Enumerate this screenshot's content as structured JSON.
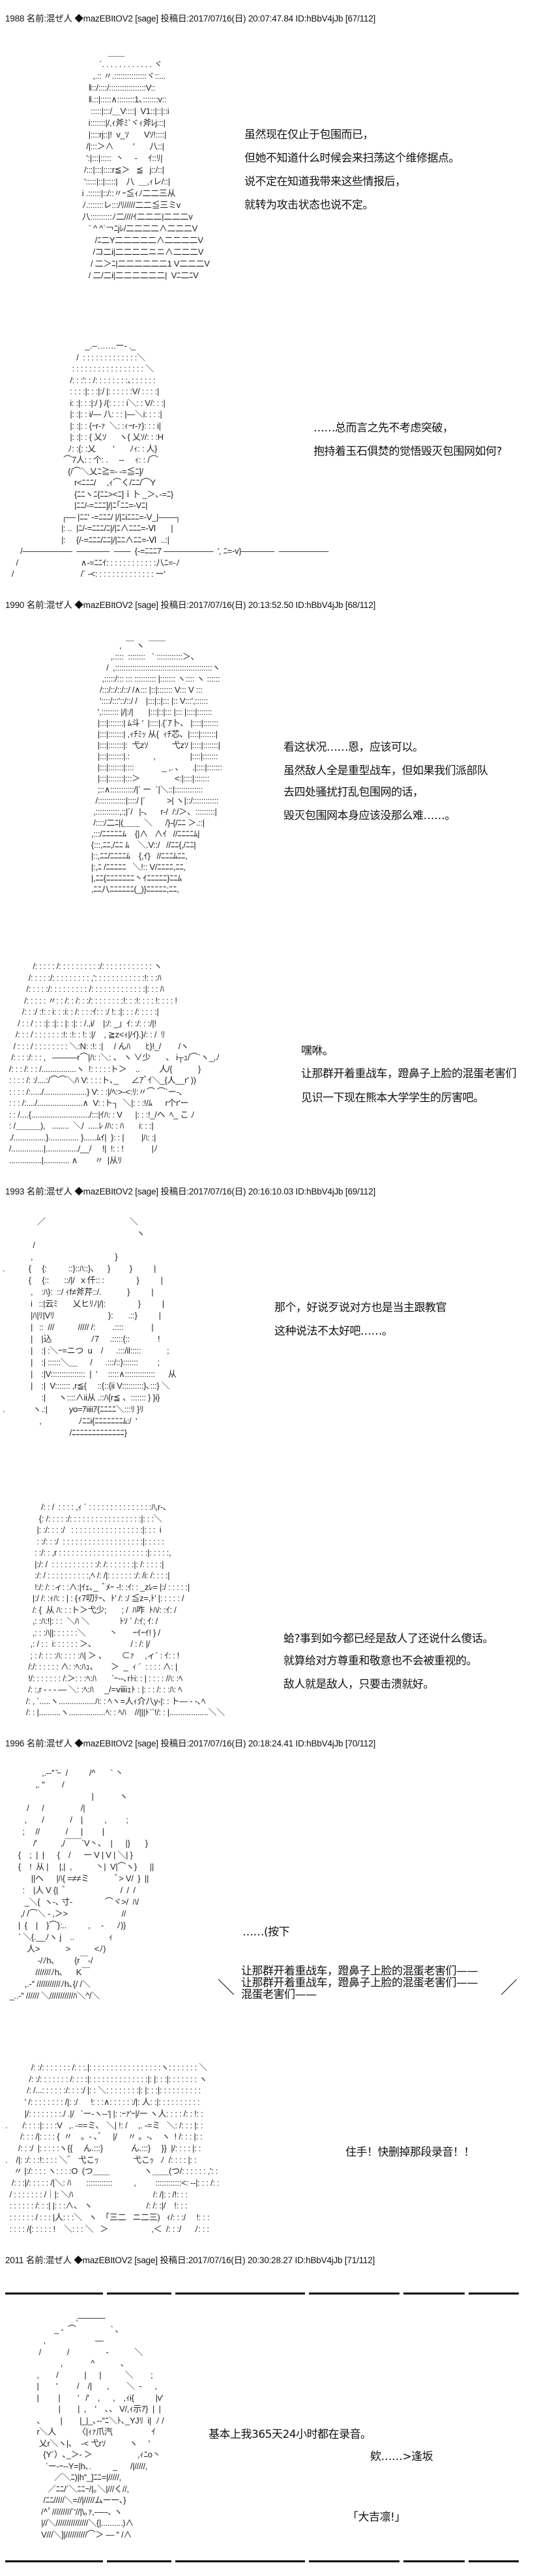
{
  "posts": [
    {
      "header": "1988 名前:混ぜ人 ◆mazEBItOV2 [sage] 投稿日:2017/07/16(日) 20:07:47.84 ID:hBbV4jJb [67/112]"
    },
    {
      "header": "1990 名前:混ぜ人 ◆mazEBItOV2 [sage] 投稿日:2017/07/16(日) 20:13:52.50 ID:hBbV4jJb [68/112]"
    },
    {
      "header": "1993 名前:混ぜ人 ◆mazEBItOV2 [sage] 投稿日:2017/07/16(日) 20:16:10.03 ID:hBbV4jJb [69/112]"
    },
    {
      "header": "1996 名前:混ぜ人 ◆mazEBItOV2 [sage] 投稿日:2017/07/16(日) 20:18:24.41 ID:hBbV4jJb [70/112]"
    },
    {
      "header": "2011 名前:混ぜ人 ◆mazEBItOV2 [sage] 投稿日:2017/07/16(日) 20:30:28.27 ID:hBbV4jJb [71/112]"
    }
  ],
  "panels": [
    {
      "lines": [
        "虽然现在仅止于包围而已，",
        "但她不知道什么时候会来扫荡这个维修据点。",
        "说不定在知道我带来这些情报后，",
        "就转为攻击状态也说不定。"
      ]
    },
    {
      "lines": [
        "……总而言之先不考虑突破，",
        "抱持着玉石俱焚的觉悟毁灭包围网如何?"
      ]
    },
    {
      "lines": [
        "看这状况……恩，应该可以。",
        "虽然敌人全是重型战车，但如果我们派部队",
        "去四处骚扰打乱包围网的话，",
        "毁灭包围网本身应该没那么难……。"
      ]
    },
    {
      "lines": [
        "嘿咻。",
        "让那群开着重战车，蹬鼻子上脸的混蛋老害们",
        "见识一下现在熊本大学学生的厉害吧。"
      ]
    },
    {
      "lines": [
        "那个，好说歹说对方也是当主跟教官",
        "这种说法不太好吧……。"
      ]
    },
    {
      "lines": [
        "蛤?事到如今都已经是敌人了还说什么傻话。",
        "就算给对方尊重和敬意也不会被重视的。",
        "敌人就是敌人，只要击溃就好。"
      ]
    },
    {
      "lines": [
        "……(按下",
        "让那群开着重战车，蹬鼻子上脸的混蛋老害们——",
        "让那群开着重战车，蹬鼻子上脸的混蛋老害们——",
        "混蛋老害们——"
      ]
    },
    {
      "lines": [
        "住手！快删掉那段录音！！"
      ]
    },
    {
      "lines": [
        "基本上我365天24小时都在录音。",
        "欸……>逢坂",
        "「大吉凛!」"
      ]
    }
  ],
  "ascii_art": [
    "                     ＿＿\n                 ´. . . . . . . . . . . . ヾ\n              ,.:: 〃.:::::::::::::::ヾ::...\n            ‖::/::::/:::::::::::::::::V::\n            ‖.::|:::::∧::::::::1､:::::::v::\n             :::::|:::/＿V::::|  V1::|::|::i\n            i:::::::|/,ｨ斧ﾐ`ヾｨ斧ﾚj:::|\n            |::::rj::|!  v_ｿ       Vｿ!::::|\n           /|:::＞∧         ′       八::|\n           ':|:::|:::::  丶     -     ｲ::ﾘ|\n          /:::|:::|::::r≦＞   ≦   j::/::|\n          ':::::|::|:::::|    八  ＿,ｨレ/::|\n         i .::::::|::/::〃ｰ≦ｨﾉ二二三从\n         ﾉ.:::::::レ:::/ﾘ/////二二≦三ミv\n         八::::::::::ﾉ二////ｲ二二二|二二二v\n            ` ^ ^`￢ﾆjﾚ/二二二二∧二二二V\n               /ﾆ二Y二二二二二∧二二二二V\n              /コ二i|二二二二ニニ∧二二二V\n             / 二＞ﾆ|二二二二二二1 V二二二V\n            / 二/二i|二二二二二二|  Vﾆ二ﾆV",
    "                                     _.-‐…….ー- ._\n                                 /  : : : : : : : : : : : : :＼\n                               : : : : : : : : : : : : : : : : : ＼\n                              /: : :': : /: : : : : : : :､: : : : : :\n                              : : : :|: : :|:/ |: : : : : :V/ : : : :|\n                              i: :|: : :|:/ } /{: : : : i＼: : V/: : :|\n                              |: :|: : i/― 八: : : |―＼i: : : :|\n                              |: :|: : {ｰr‐ｧ  ＼: :ｨｰr‐ｧ}: : : i|\n                              |: :|: : { 乂ｿ      ヽ{ 乂ｿ/: : :H\n                             ﾉ: :{: :乂        ′       ﾉｨ: : 人}\n                           ⌒7人: : 个: .     --     ｨ: : /⌒\n                             {/⌒＼乂ﾆ≧=- -=≦ﾆ]/\n                                r<ﾆﾆﾆ/     ,ｨ⌒く/ﾆﾆ/⌒Y\n                                {ﾆﾆヽﾆ{ﾆﾆ><ﾆ]ｉ卜 _＞､-=ﾆ}\n                                |ﾆﾆ/-=ﾆﾆﾆ]/|ﾆ｢ﾆﾆ=-Vﾆ|\n                          ┌― |ﾆﾆ' -=ﾆﾆﾆ/ |/|ﾆiﾆﾆﾆ=-V_|――┐\n                          |: ..  |ﾆ/-=ﾆﾆﾆ/ﾆ|/|ﾆ∧ﾆﾆﾆ=-Ⅵ       |\n                          |:     {/-=ﾆﾆﾆ/ﾆﾆ|/|ﾆﾆ∧ﾆﾆ=-Ⅵ  ..:|\n       /――――――  ――――  ――  {-=ﾆﾆﾆ7 ――――――  ′, ﾆ=-v}――――  ――――――\n     /                             ∧-=ﾆﾆｲ: : : : : : : : : : : :八ﾆ=-ﾉ\n   /                               /´ ‐<: : : : : : : : : : : : : : ー′",
    "                ,  ￣ ヽ  ￣￣\n            ,.::::  ::::::::   ` ::::::::::::＞、\n          /  ,:::::::::::::::::::::::::::::::::::::::::::::ヽ\n        ,:::::/::: ::: :::::::::: |::::::: ヽ:::: ヽ ::::::\n       /:::/::/::/::/ /∧::: |::|::::::: V::: V :::\n       '::::/:::'::/::/ /    |:::|::|::: |:: V:::',::::::\n      ',:::::::: |/|:/|       |:::|::|::: |::: |::::|:::::::\n      |:::|:::::::| ﾑ斗 ′  |::::|.{´ｱ卜、 |::::|:::::::\n      |:::|:::::::| ,ｨﾁﾐｯ 从{  ｨﾁ芯、|::::|:::::::|\n      |:::|:::::::|:  弋zｿ           弋zｿ |::::|:::::::|\n      |:::|:::::::|.:           ,                |::::|:::::::\n      |:::|:::::::|::::             _ ,. ､      .|::::|:::::::\n      |:::|:::::::|:::＞                <:|::::|:::::::\n      ;::∧:::::::::::/|` ー  ´|＼::|:::::::::::::\n     /:::::::::::::|::::/ |´          >| ヽ|::/::::::::::::\n    ,:::::::::::,:;|´/   |-、    r-/  /:/＞、:::::::::|\n    /::::/二ﾆ|(＿＿  ＼      /}-{/ﾆﾆ ＞.::|\n   ,:::/ﾆﾆﾆﾆﾆﾑ    {|∧   ∧ｲ   //ﾆﾆﾆﾆﾑ|\n   {:::,ﾆﾆ,/ﾆﾆ ﾑ    ＼.V::/   //ﾆﾆ{,/ﾆﾆ|\n   |::,ﾆﾆ/ﾆﾆﾆﾆﾑ    {,ｲ}   //ﾆﾆﾆﾑﾆﾆ,\n   |:,ﾆ /ﾆﾆﾆﾆﾆ   ＼!:: V/ﾆﾆﾆﾆ,ﾆﾆ,\n   |,ﾆﾆ{ﾆﾆﾆﾆﾆﾆﾆ丶ｲﾆﾆﾆﾆﾆ}ﾆﾆﾑ\n   ,ﾆﾆ八ﾆﾆﾆﾆﾆﾆ(_)}ﾆﾆﾆﾆﾆ;ﾆﾆ,",
    "              /: : : : : /: : : : : : : : : :/: : : : : : : : : : : : ヽ\n            /: : : : :/: : : : : : : : : ,': : : : : : : : : : : :!: : :ﾊ\n           /: : : : :/: : : : : : : : : /: : : : : : : : : : : : :|: : : ﾊ\n          /: : : : : 〃: : /: : /: : :/: : : : : : : :!: : :!: : : : !: : : : !\n         /: : :/ :!: : i: : :i: : /: : : :ｲ: : :/ !: :|: : : /: : : : :|\n       / : : / : : :|: :|: : |: :|: : /.,i/    |:/: _」ｲ: :/: : :/|!\n      /: : : / : : : : : : :!: :!: : !: :|/    , ≧z<ｨ|/ｲ}.}/: : /  ﾘ\n     / : : : / : : : : : : : : ＼:N: :!: :|     / んﾊ       ﾋ}!_/        /ヽ\n    /: : : :/: : : ,   ―――r⌒|ﾊ: :＼: 、 ヽ ∨少       、 i┬ｭ/⌒`ヽ_,ﾉ\n   /: : : /: : : /................ヽ  !: : : : :ト＞    ..         人/{            }\n   : : : : /: :/....:/⌒⌒＼ﾊ V: : : :ト､_      ∠ｱﾞｲ＼_{人__r' ))\n   : : : : /:...../....................} V: : :|/ﾍ:>‐<:ﾘ:〃⌒ ⌒`ー-､\n   : : : /:..../.....................∧  V: :ト┐  ＼|: : :!/ﾑ      r个r'ー\n   : : /....{.........................../:::|ｲﾊ: : V      |: : :!_/ヘ  ﾍ_ こ ﾉ\n   : /＿＿＿),   ........  ＼/  .....ﾚ /ﾊ: : ﾊ       i: : :|\n   ./...............}.............. }......ﾑｲ|  }: : |        |ﾊ: :|\n   /...............|.............../__/     !|  !: : !             |ﾉ\n   ...............|............ ∧        〃  |从ﾘ",
    "                ／                                       ＼\n                                                              ヽ\n              /\n             ,                                      }\n.           {     {:          ::}::ﾊ::}､      }         }          |\n            {     {::       ::/|/  ｘ仟:: :               }          |\n             ,    :ﾊ}:  ::/ ｨf≠斧芹::/.            }          |\n             i   ::|云ﾐ       乂ヒﾘﾉ|/|:               }          |\n             |ﾊ|ﾘ|Vﾘ                         }:       .::}          |\n             |   ::  ///           ///// /:        .::::             |\n             |    |込                  ﾉ7     .:::::{::             !\n             |    :| :＼ｰ=ニつ  u    /      .:::/il:::::            ;\n             |    :| ::::::＼＿      /      .:::/::}:::::::         ;\n             |    :|V::::::::::::::::  |  '     :::::∧::::::::::::::      从\n             |    :|  V::::::: ,r≦{     ::{::{ii V::::::::::}､:::} ＼\n                  :|      ヽ::::∧ii从 .::ﾊ{r≦ 、::::::: } }i}\n.             ヽ.:|          yo=ｱiiiiｱ{ﾆﾆﾆﾆ＼:::ﾘ }ﾘ\n                 ,                 ﾉﾆﾆi{ﾆﾆﾆﾆﾆﾆﾆﾑ:/  '\n                               /ﾆﾆﾆﾆﾆﾆﾆﾆﾆﾆﾆﾆﾆ}",
    "          /: : /  : : : : ,ｨ ´ : : : : : : : : : : : : : : :ﾊ,r‐､\n         {: /: : : : :/: : : : : : : : : : : : : : : : :|: : :＼\n        |: :/: : : :/   : : : : : : : : : : : : : : : : :|: : :  i\n        : :/: : :/  : : : : : : : : : : : : : : : : : : :|: : : : :\n       : :/: : ,r : : : : : : : : : : : : : : : : : : : : :|: : : : :,\n       |:/: /  : : : : : : : : : : :/: /: : : : : : :|: /: : : : :|\n       :/: / : : : : : : : : : :,ﾍ /: /|: : : : : : :/: /i: /: : : :|\n       !:/: /: :ィ: :∧:|ｲｪ､_  ﾞﾒｰ -!: :ｲ: : _zﾚ= |:/ : : : : :|\n      |:/ /: :ｨﾊ: : | : {ｨ7叨ﾃｰ､  ﾄ' /: :/ ≦z=,ﾄ' |: : : : : /\n      /: {  从 ﾊ: : :ト＞弋少;       ; /  ﾊ咋  ﾄﾊ/: :ｲ: /\n      ,: :ﾊ:!|: : :  ＼ﾊ ＼              ﾄｿ ´ /:ｲ; ｲ: /\n      ,: : :ﾊ||: : : : : :＼           丶       ｰｲｰｲ! } /\n     ,: / : :  i: : : : : : ＞、                / : /: |/\n     ; : /: : : :ﾊ: : : : :ﾊ| ＞ 、       ⊂ｧ     ,ィ´ : ｲ: : !\n    /:/: : : : : : ∧: :ﾍ:ﾊｭ、      ＞  _  ｨ ´  : : : : ∧: |\n    !/: : : : : : : /:＞: : :ﾍ:ﾊ       `ｰ‐‐､rﾄi: : | : : : : /ﾊ: :ﾍ\n    /: :,r ‐ ‐ ‐ ― ＼: :ﾍ:ﾊ     _/=ⅷiｪﾄ : |: : : /: : :ﾊ: ﾍ\n   /: , ´.....ヽ.................ﾊ: : ﾍヽ=人ｨ介八y-|: : ト― ‐ ‐､ﾍ\n   /: : |..........ヽ.................ﾍ: : ﾍﾊ    //|||ﾄ``!/: : |..................＼＼",
    "                 ,.-‐'' ̄~  /          /^       ` 丶\n              ,. ''        /\n                                        |            ヽ\n          /      /                 /|\n         ,       /            /    |          ,         ;\n        ;     //            /      |         |\n             /'           ,/￣￣`V丶､    |      |}       }\n      {    ;  |  |      {    /      ー V | V | ＼| }\n      {    !  从 |     |,|  ,           丶|  V|⌒ヽ}      ||\n            ||ヘ      |ﾊ{ =≠≠ミ            ﾞ> V/  }  ||\n        :    |人 V {|  ﾞ                         /  /  /\n         _＼{  ヽ-､ 寸-               ⌒ヾ>/  ﾊ/\n       ,/ /⌒＼ - ,＞>                         //\n      |  {    |    }⌒}:..          ,     -      ﾉ)}\n      ` ＼{.__ﾉヽ j    ..                ｨ\n          人>            >           <ﾉ)\n               -/ﾉh､         {r￣-/\n              ///////ﾉh､      K￣\n         ,.-'' ///////////ﾉh､{/ /＼\n  _..-'' ////// ＼///////////ﾊ＼^/＼",
    "            /: :/: : : : : : : /: : :.|: : : : : : : : : : : : : : : : :ヽ: : : : : : : ＼\n           /: :/: : : : : : : /: : : :|: : : : : : : : : : : : : :|: |: : :|: : : : : : : ヽ\n          /: /...: : : : : :/: : : :/ |: : ＼: : : : : : : :|: |: : :|: : : : : : : : : :\n         ' /: : : : : : : : /|: :/      !: : :∧: : : : : :/|: 人: :|: : : : : : : : : :\n         |/: : : : : : : :./ .|/   `ー‐ヽ‐‐'| |: :ｰｧ'ｰ|/ー ヽ人: : : : /: : !: :\n.       /: : : :|: : : :V   ,. -==ミ､   ＼| !: /     ,. ‐=ミ   ＼: /: : : |: :\n       /: : : /|: : : : {  〃    。- ､ﾞ     |/     〃 。-､    ヽ  ! /: : : |: :\n      /: : :/  |: : : : :ヽ{{     ん.:::}             ん.:::}     }}  |/: : : : |: :\n.    /|: :/: : :!: : : : ＼ﾞ   弋こｯ                弋こｯ   ﾉ  /: : : : |: :\n    〃 |:/: : : : ヽ: : : :O  (つ＿＿                ヽ＿＿(つ/: : : : : : ,': :\n   /: : :|/: : : : : /|＼: ﾊ       ::::::::::::          ,         ::::::::::::<: ‐-|: : : /: :\n  / : : : : : : : /｜|: ＼ﾊ                                     /: /|: : /!: : :\n  : : : : : : /: : :| |: : :∧、 ヽ                         /: /: :|/    !: : :\n  : : : : : : / : : : |人: : :＼   ヽ    ｢三二   ニ二三)   ｨ/: : :/     !: : :\n  : : : : /{: : : : : !    ＼: : : ＼   ＞                    ,＜  /: : :/      ﾉ: : :",
    "                          ,―――-\n                _ -  ⌒                ` ､\n           ,                       ―\n         /            /                 -            ＼\n                   ,             ^            ､\n        ,        /            |      |           ＼        ;\n        |        '         /    /|       ,        ＼  -      ,\n        |         |        '   /'    ,      ,    ,ｨi{          |v'\n                  |        |  ,    '    ､、 V/,ｨ示ｱ}  |  |\n        ､         |        |_|_､-‐''ﾆ＼ﾄ､_YJﾘ  i|  ﾉ /\n        r＼人          〈|ｨｧ爪汽                  ｲ\n         乂r＼ヽ|､    -< 弋rｿ           ヽ     '\n           {Y´）､_＞- ＞                     ,ｨﾆo丶\n            `ー‐ｰ‐‐Y=|h､.          _      /|/////,\n                ／＼ﾆ)|h''_]ﾆﾆ=|/////,\n             ／ﾆﾆ/´＼ﾆﾆｰ/|｡＼|///く//,\n           /ﾆﾆ/////＼=//|/////ムーー､}\n          /^ﾟ/////////´'//|\\｡ｧ,-―-､ ヽ\n          |//＼///////////////＼{|..........)∧\n          V///＼]|//////////⌒＞ ― '' /∧"
  ]
}
